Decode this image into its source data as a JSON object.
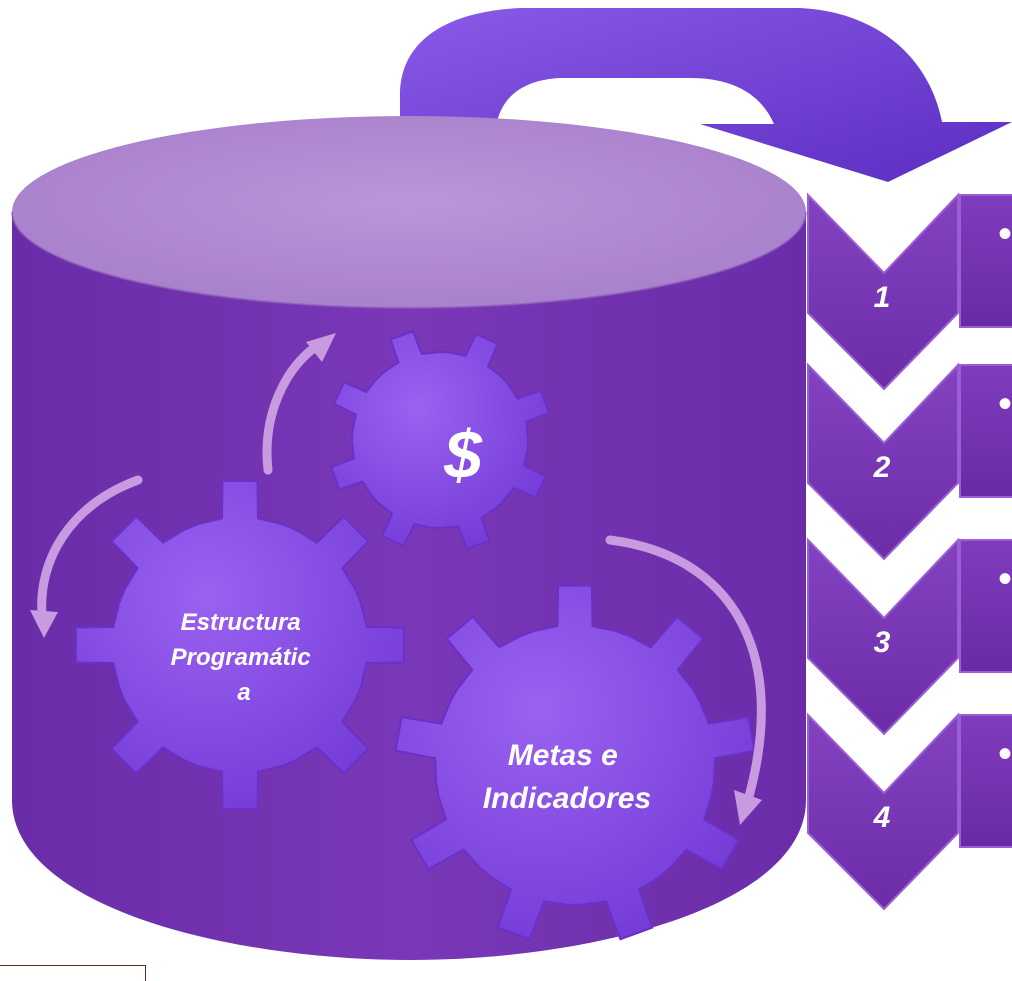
{
  "diagram": {
    "gears": [
      {
        "id": "dollar",
        "lines": [
          "$"
        ]
      },
      {
        "id": "estructura",
        "lines": [
          "Estructura",
          "Programátic",
          "a"
        ]
      },
      {
        "id": "metas",
        "lines": [
          "Metas e",
          "Indicadores"
        ]
      }
    ],
    "steps": [
      {
        "number": "1",
        "bullet": "•"
      },
      {
        "number": "2",
        "bullet": "•"
      },
      {
        "number": "3",
        "bullet": "•"
      },
      {
        "number": "4",
        "bullet": "•"
      }
    ],
    "colors": {
      "cylinder_body": "#7534b0",
      "cylinder_top": "#b08ad0",
      "gear_fill": "#8c4ee6",
      "chevron_fill": "#7a36b6",
      "arrow_light": "#c89ae0",
      "big_arrow": "#6e3ad6"
    }
  }
}
